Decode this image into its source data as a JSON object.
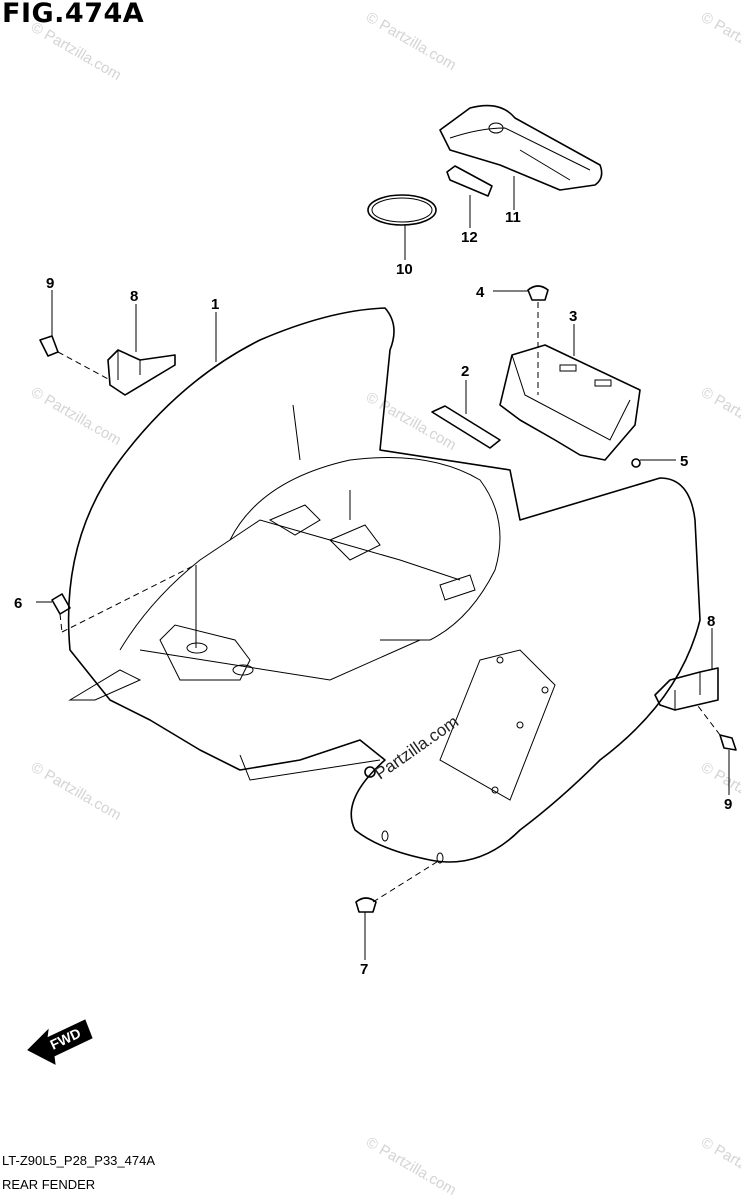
{
  "figure": {
    "title": "FIG.474A",
    "code": "LT-Z90L5_P28_P33_474A",
    "name": "REAR FENDER"
  },
  "callouts": [
    {
      "id": "c1",
      "label": "1"
    },
    {
      "id": "c2",
      "label": "2"
    },
    {
      "id": "c3",
      "label": "3"
    },
    {
      "id": "c4",
      "label": "4"
    },
    {
      "id": "c5",
      "label": "5"
    },
    {
      "id": "c6",
      "label": "6"
    },
    {
      "id": "c7",
      "label": "7"
    },
    {
      "id": "c8a",
      "label": "8"
    },
    {
      "id": "c8b",
      "label": "8"
    },
    {
      "id": "c9a",
      "label": "9"
    },
    {
      "id": "c9b",
      "label": "9"
    },
    {
      "id": "c10",
      "label": "10"
    },
    {
      "id": "c11",
      "label": "11"
    },
    {
      "id": "c12",
      "label": "12"
    }
  ],
  "direction_arrow": {
    "label": "FWD"
  },
  "watermark": {
    "small_text": "© Partzilla.com",
    "center_text": "Partzilla.com"
  },
  "colors": {
    "line": "#000000",
    "watermark": "#d4d4d4",
    "background": "#ffffff"
  }
}
